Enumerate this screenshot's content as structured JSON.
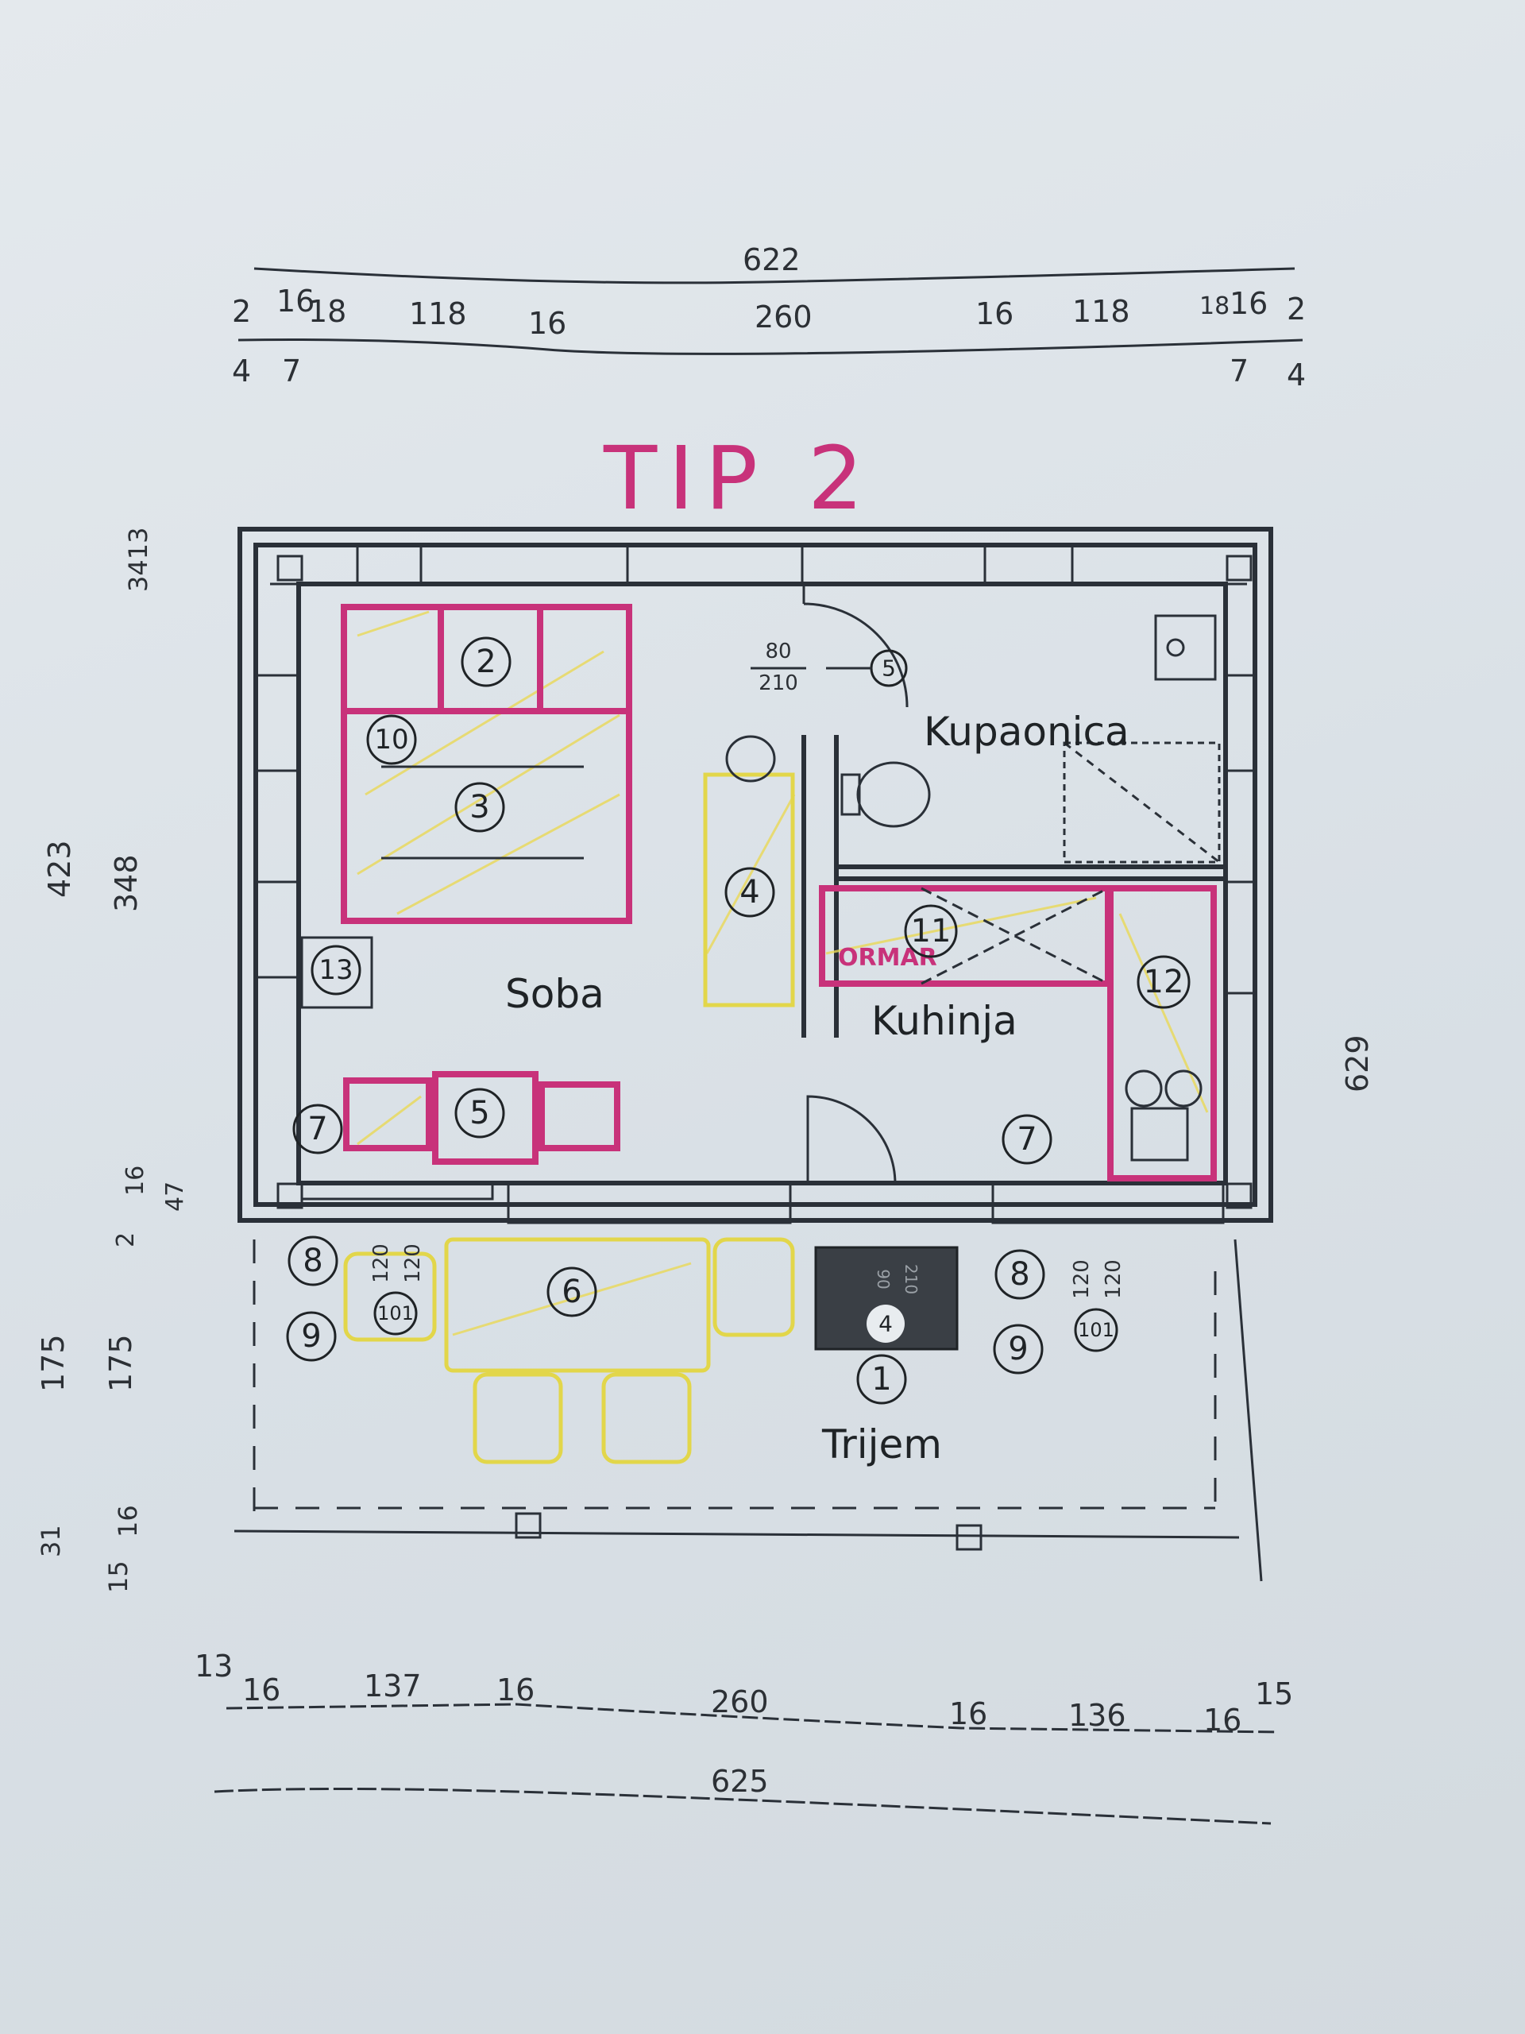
{
  "title": "TIP 2",
  "rooms": {
    "soba": "Soba",
    "kupaonica": "Kupaonica",
    "kuhinja": "Kuhinja",
    "trijem": "Trijem"
  },
  "handwritten_note": "ORMAR",
  "colors": {
    "marker_magenta": "#c8327a",
    "marker_yellow": "#e2d64a",
    "ink": "#2a3038"
  },
  "top_dims": {
    "overall": "622",
    "segments": [
      "2",
      "16",
      "18",
      "118",
      "16",
      "260",
      "16",
      "118",
      "18",
      "16",
      "2"
    ],
    "lower": [
      "4",
      "7",
      "7",
      "4"
    ]
  },
  "bottom_dims": {
    "overall": "625",
    "segments": [
      "13",
      "16",
      "137",
      "16",
      "260",
      "16",
      "136",
      "16",
      "15"
    ]
  },
  "left_dims": [
    "423",
    "348",
    "3413",
    "16",
    "2",
    "47",
    "175",
    "175",
    "31",
    "16",
    "15"
  ],
  "right_dims": [
    "629"
  ],
  "door_labels": {
    "bath_w": "80",
    "bath_h": "210",
    "porch_w": "120",
    "porch_h": "120",
    "entry_w": "90",
    "entry_h": "210"
  },
  "tags": {
    "t2": "2",
    "t10": "10",
    "t3": "3",
    "t4a": "4",
    "t13": "13",
    "t5a": "5",
    "t7a": "7",
    "t7b": "7",
    "t11": "11",
    "t12": "12",
    "t5b": "5",
    "t8a": "8",
    "t9a": "9",
    "t6": "6",
    "t101a": "101",
    "t1": "1",
    "t4b": "4",
    "t8b": "8",
    "t9b": "9",
    "t101b": "101"
  }
}
